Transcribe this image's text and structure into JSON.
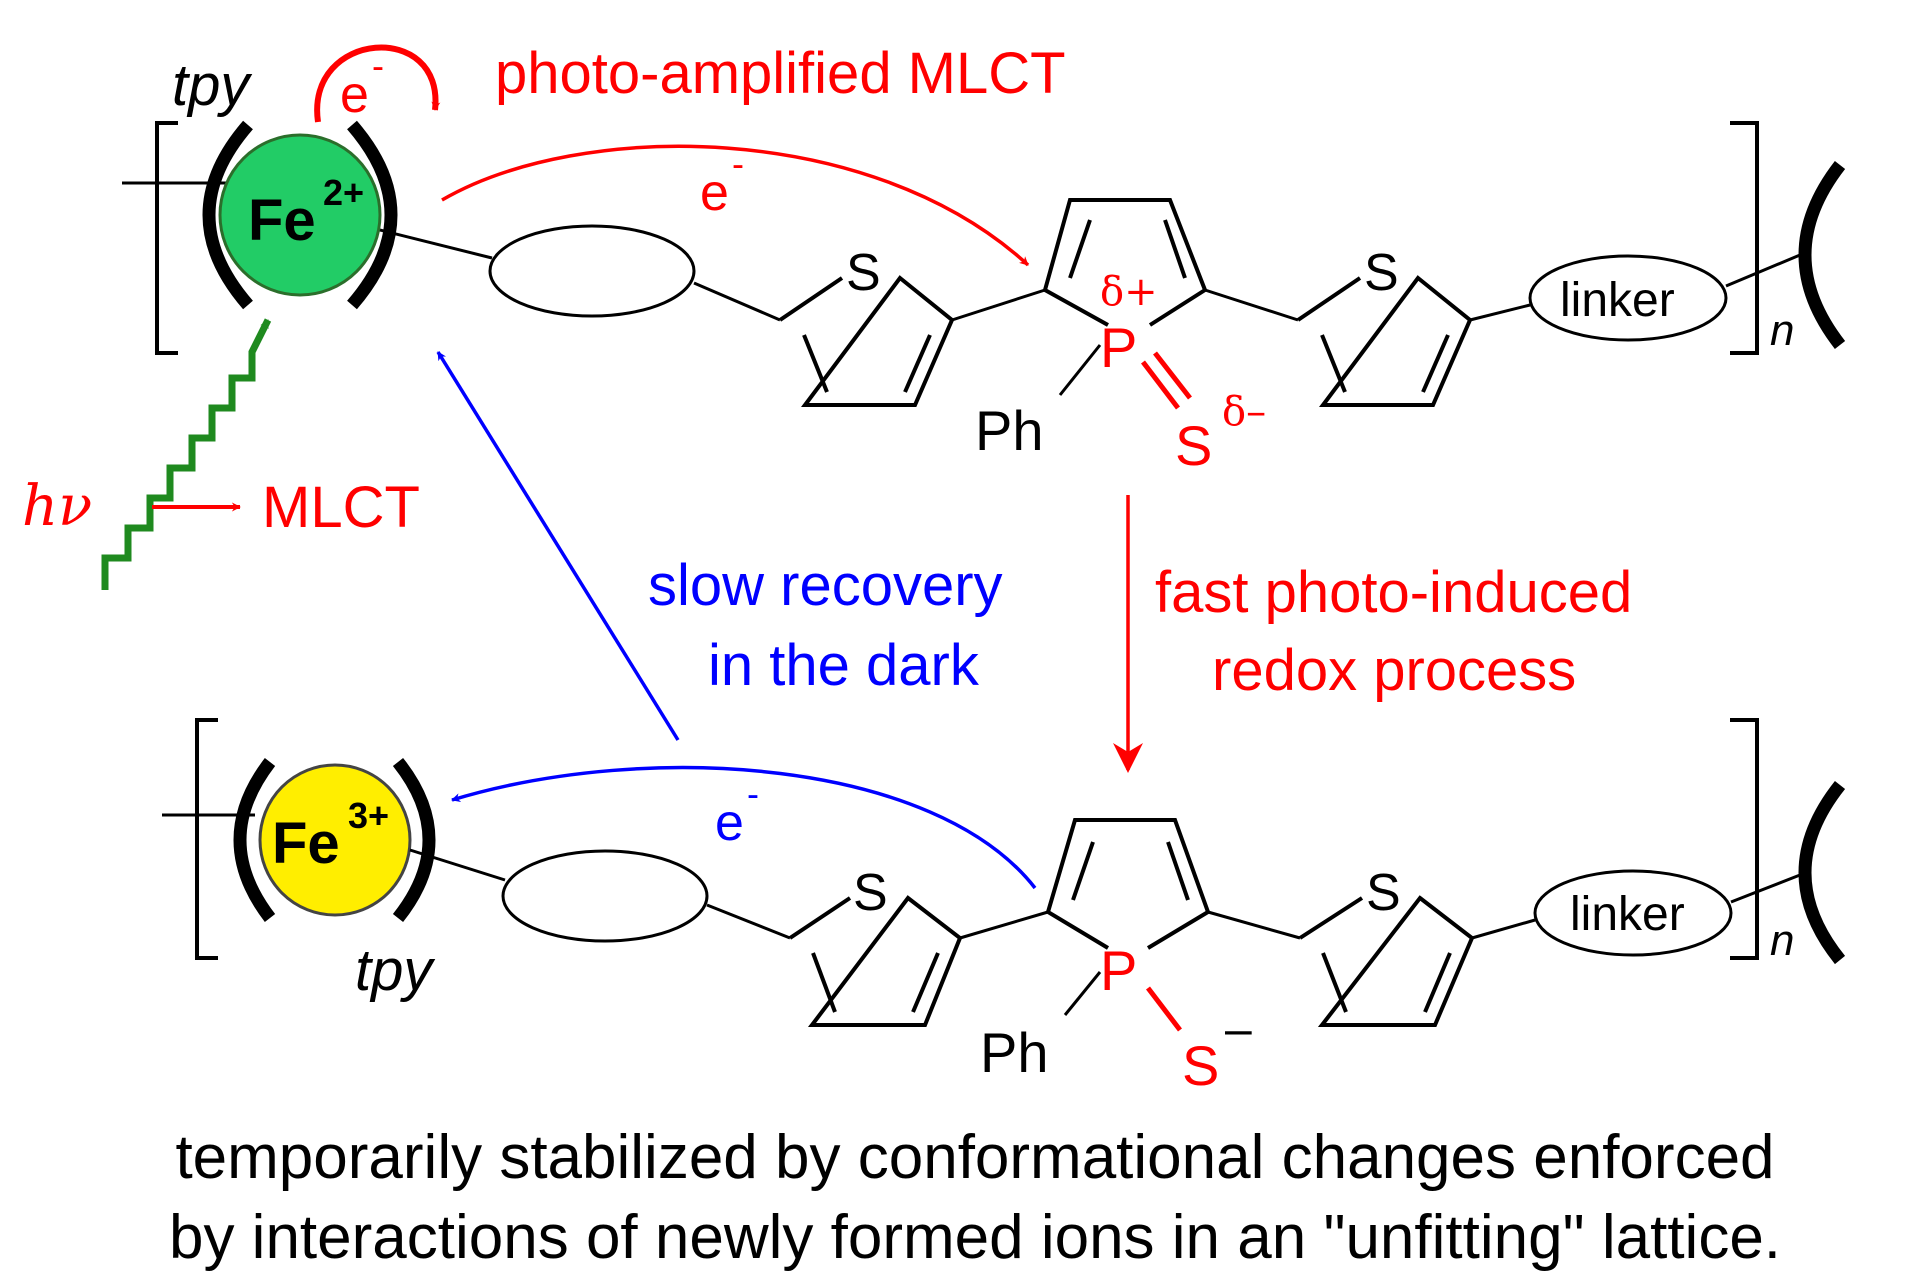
{
  "colors": {
    "red": "#ff0000",
    "blue": "#0000ff",
    "green": "#1f8a1f",
    "fe2_fill": "#22cc66",
    "fe3_fill": "#ffee00",
    "black": "#000000"
  },
  "labels": {
    "photo_amplified_mlct": "photo-amplified MLCT",
    "electron": "e",
    "electron_charge": "-",
    "tpy": "tpy",
    "fe": "Fe",
    "fe2_charge": "2+",
    "fe3_charge": "3+",
    "hv": "hν",
    "mlct": "MLCT",
    "slow_recovery_line1": "slow recovery",
    "slow_recovery_line2": "in the dark",
    "fast_redox_line1": "fast photo-induced",
    "fast_redox_line2": "redox process",
    "sulfur": "S",
    "phosphorus": "P",
    "phenyl": "Ph",
    "delta_plus": "δ+",
    "delta_minus": "δ–",
    "thiolate_charge": "–",
    "linker": "linker",
    "repeat_n": "n"
  },
  "caption": {
    "line1": "temporarily stabilized by conformational changes enforced",
    "line2": "by interactions of newly formed ions in an \"unfitting\" lattice."
  },
  "icons": {
    "excitation": "wavy-light-arrow-icon",
    "transfer": "curved-arrow-icon"
  }
}
